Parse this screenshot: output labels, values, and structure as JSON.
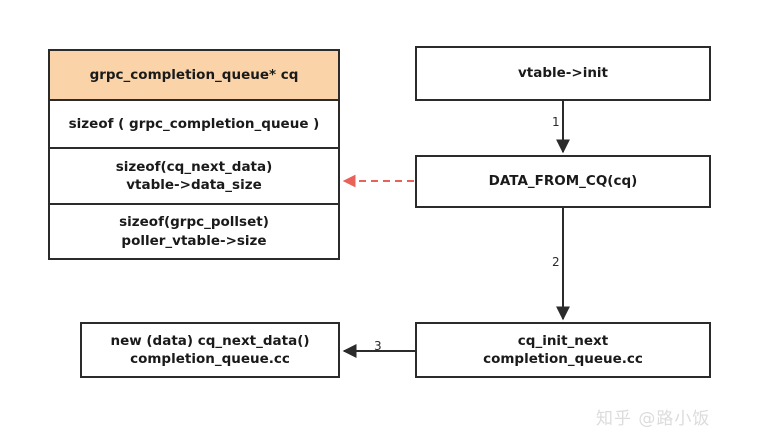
{
  "diagram": {
    "background_color": "#ffffff",
    "struct_table": {
      "name": "grpc-completion-queue-struct-layout",
      "header_fill": "#fad3a8",
      "rows": [
        {
          "id": "header",
          "lines": [
            "grpc_completion_queue* cq"
          ]
        },
        {
          "id": "row-size-cq",
          "lines": [
            "sizeof ( grpc_completion_queue )"
          ]
        },
        {
          "id": "row-next-data",
          "lines": [
            "sizeof(cq_next_data)",
            "vtable->data_size"
          ]
        },
        {
          "id": "row-pollset",
          "lines": [
            "sizeof(grpc_pollset)",
            "poller_vtable->size"
          ]
        }
      ]
    },
    "nodes": [
      {
        "id": "vtable-init",
        "lines": [
          "vtable->init"
        ]
      },
      {
        "id": "data-from-cq",
        "lines": [
          "DATA_FROM_CQ(cq)"
        ]
      },
      {
        "id": "cq-init-next",
        "lines": [
          "cq_init_next",
          "completion_queue.cc"
        ]
      },
      {
        "id": "new-cq-next-data",
        "lines": [
          "new (data) cq_next_data()",
          "completion_queue.cc"
        ]
      }
    ],
    "edges": [
      {
        "id": "edge-1",
        "label": "1",
        "from": "vtable-init",
        "to": "data-from-cq",
        "style": "solid",
        "color": "#2b2b2b"
      },
      {
        "id": "edge-2",
        "label": "2",
        "from": "data-from-cq",
        "to": "cq-init-next",
        "style": "solid",
        "color": "#2b2b2b"
      },
      {
        "id": "edge-3",
        "label": "3",
        "from": "cq-init-next",
        "to": "new-cq-next-data",
        "style": "solid",
        "color": "#2b2b2b"
      },
      {
        "id": "edge-data-ref",
        "label": "",
        "from": "data-from-cq",
        "to": "row-next-data",
        "style": "dashed",
        "color": "#e8625a"
      }
    ],
    "watermark": "知乎 @路小饭"
  }
}
